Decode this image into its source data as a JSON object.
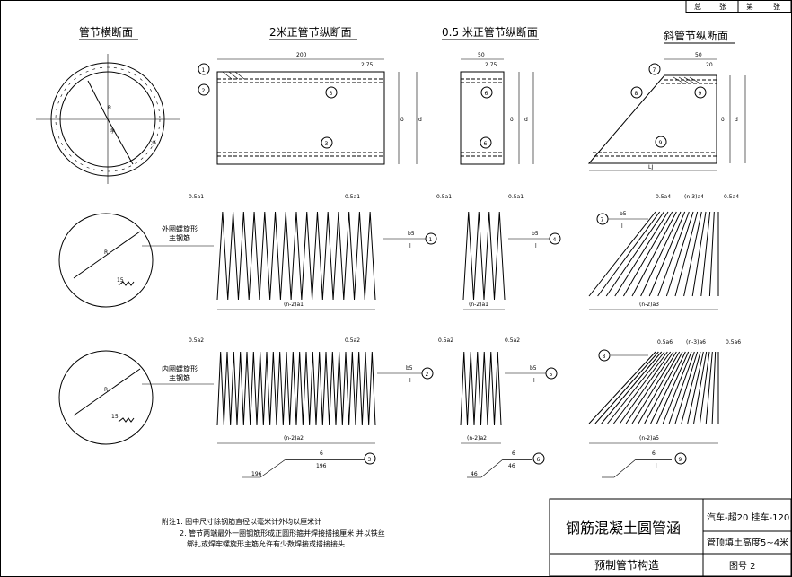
{
  "header": {
    "total_label": "总",
    "sheet_label": "张",
    "page_label": "第",
    "sheet_label2": "张"
  },
  "views": {
    "cross_section": "管节横断面",
    "long_2m": "2米正管节纵断面",
    "long_05m": "0.5 米正管节纵断面",
    "oblique": "斜管节纵断面"
  },
  "dims": {
    "d200": "200",
    "d275a": "2.75",
    "d50a": "50",
    "d275b": "2.75",
    "d50b": "50",
    "d20": "20",
    "d": "d",
    "delta": "δ",
    "lj": "LJ",
    "jing": "净",
    "r_outer": "R",
    "r_inner": "R",
    "s05a1": "0.5a1",
    "s05a1b": "0.5a1",
    "s05a1c": "0.5a1",
    "s05a1d": "0.5a1",
    "s05a4": "0.5a4",
    "s05a4b": "0.5a4",
    "sn3a4": "(n-3)a4",
    "s05a2": "0.5a2",
    "s05a2b": "0.5a2",
    "s05a2c": "0.5a2",
    "s05a2d": "0.5a2",
    "s05a6": "0.5a6",
    "s05a6b": "0.5a6",
    "sn3a6": "(n-3)a6",
    "n2a1": "(n-2)a1",
    "n2a1b": "(n-2)a1",
    "n2a3": "(n-2)a3",
    "n2a2": "(n-2)a2",
    "n2a2b": "(n-2)a2",
    "n2a5": "(n-2)a5",
    "b5": "b5",
    "l": "l",
    "bar196": "196",
    "bar46": "46",
    "bar6": "6",
    "bar15": "15"
  },
  "labels": {
    "outer_spiral": "外圈螺旋形",
    "outer_spiral2": "主钢筋",
    "inner_spiral": "内圈螺旋形",
    "inner_spiral2": "主钢筋"
  },
  "circle_numbers": [
    "1",
    "2",
    "3",
    "4",
    "5",
    "6",
    "7",
    "8",
    "9"
  ],
  "notes": {
    "line1": "附注1. 图中尺寸除钢筋直径以毫米计外均以厘米计",
    "line2": "2. 管节两端最外一圈钢筋形成正圆形箍并焊接搭接厘米 并以铁丝",
    "line3": "绑扎或焊牢螺旋形主筋允许有少数焊接或搭接接头"
  },
  "title_block": {
    "main_title": "钢筋混凝土圆管涵",
    "load": "汽车-超20  挂车-120",
    "subtitle": "预制管节构造",
    "fill_height": "管顶填土高度5~4米",
    "drawing_no": "图号 2"
  }
}
